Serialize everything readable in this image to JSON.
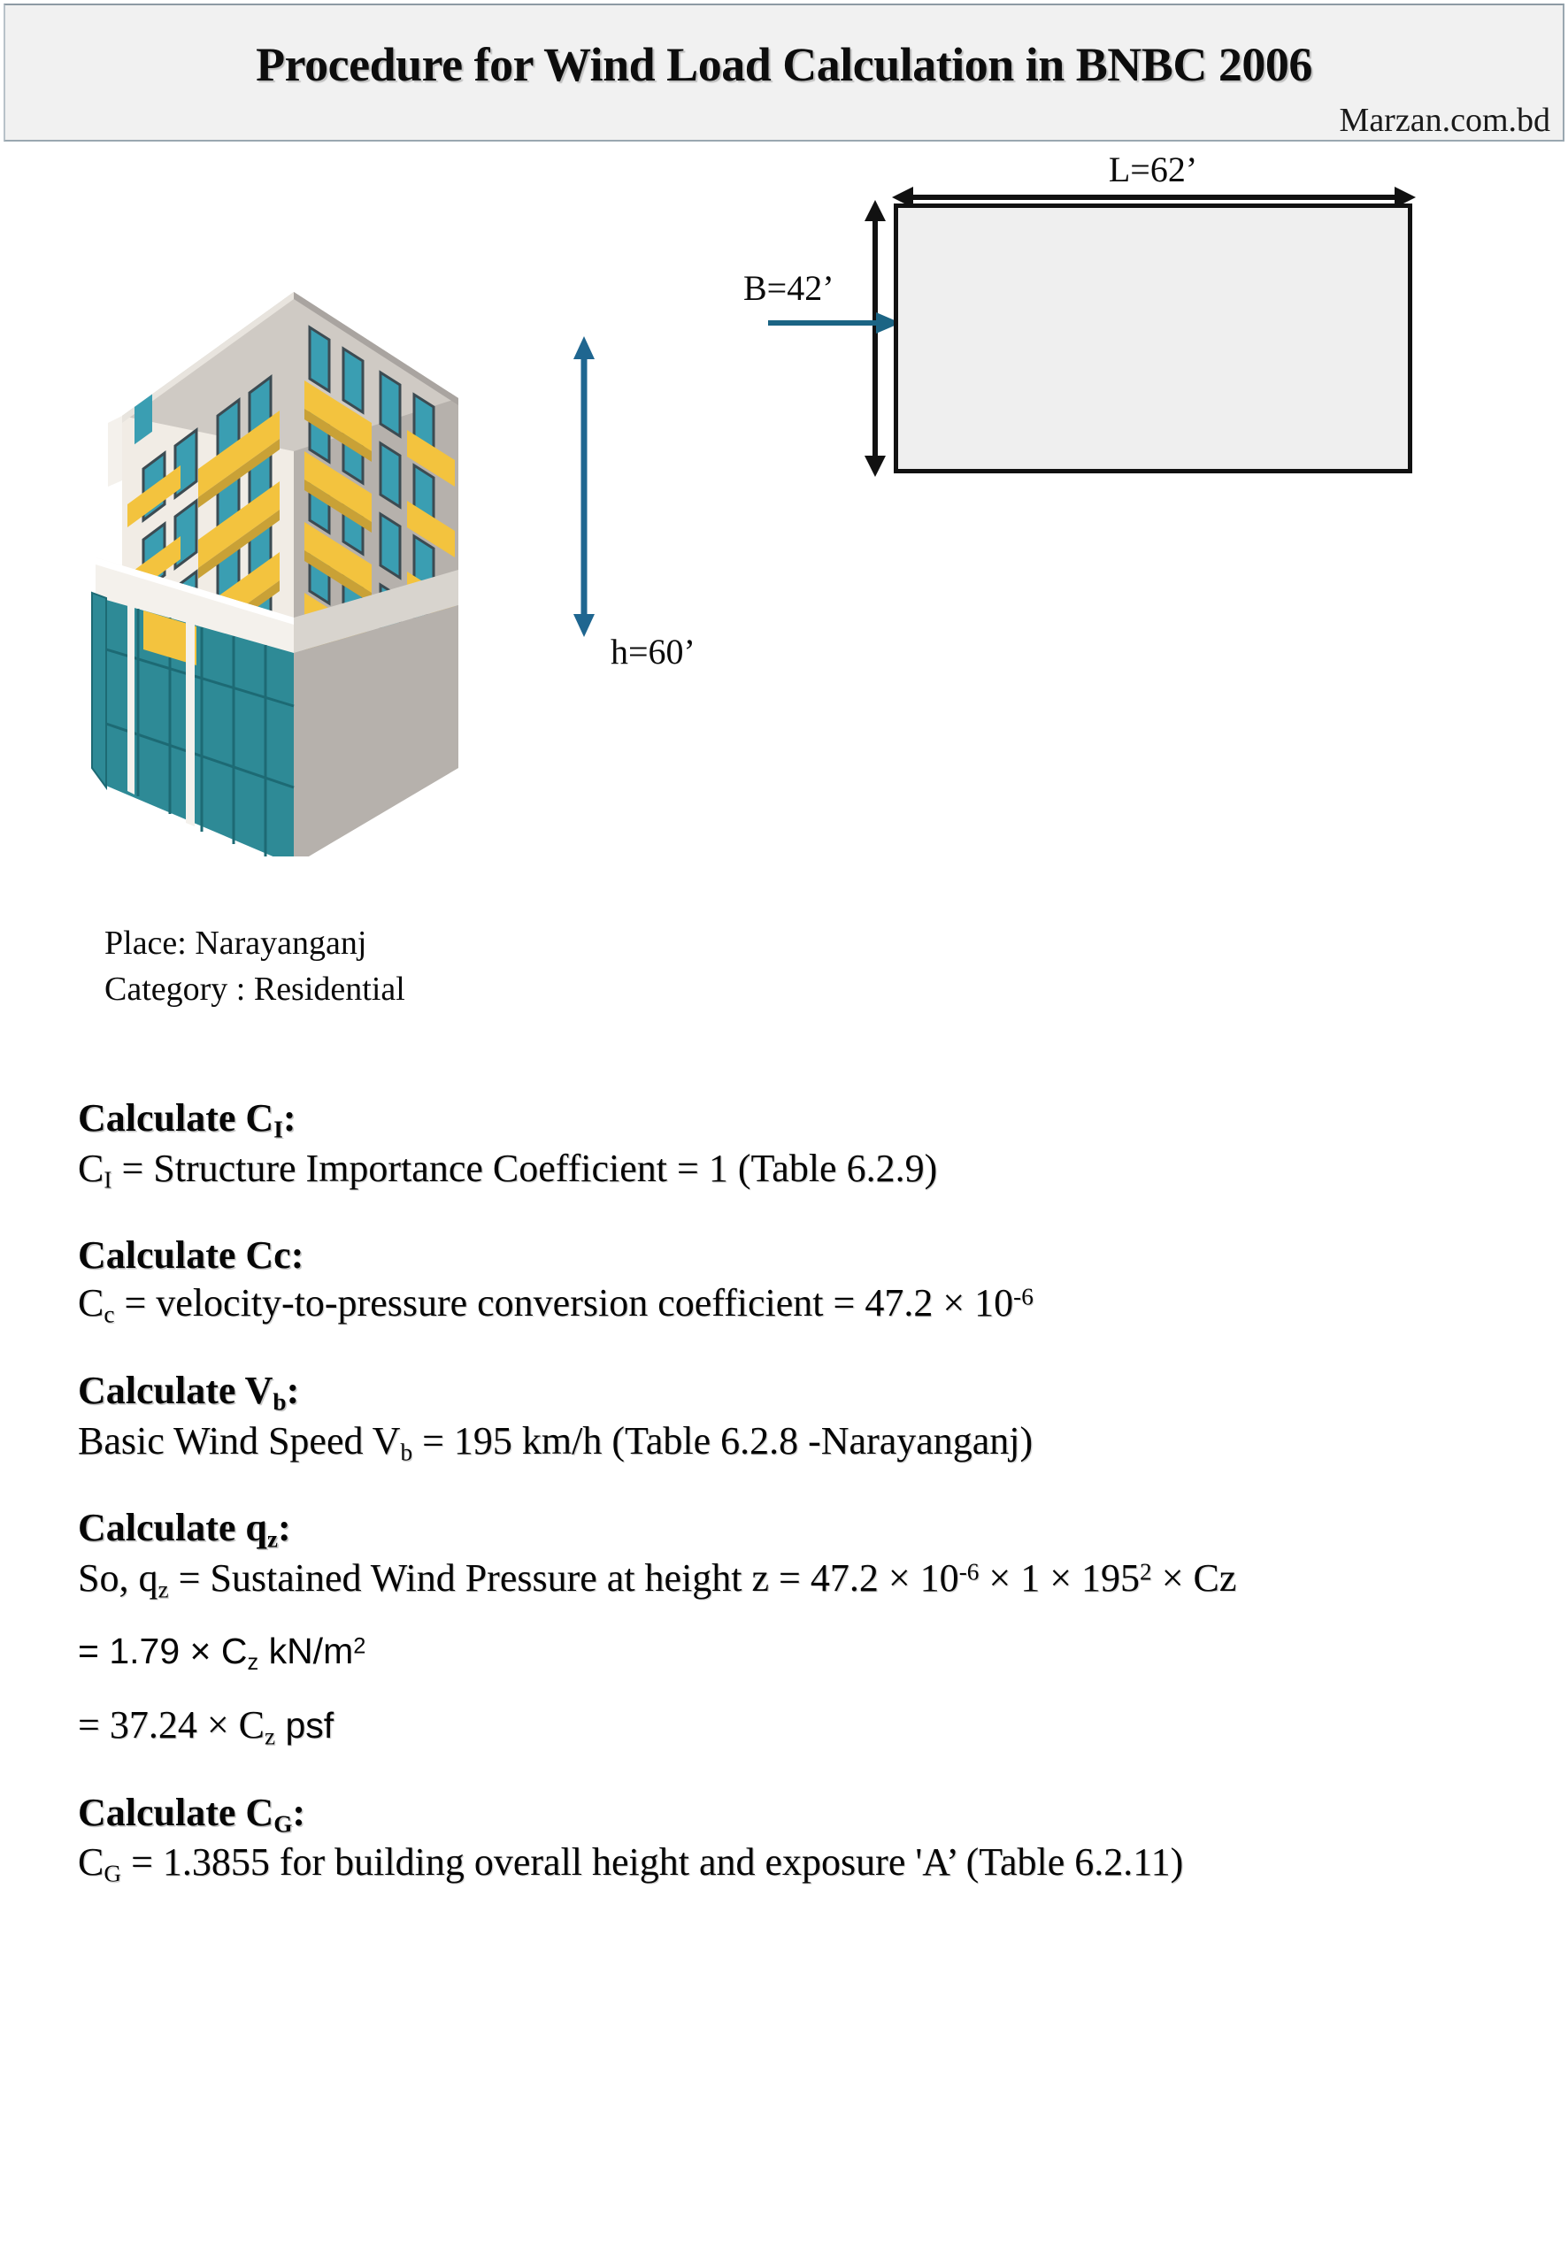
{
  "header": {
    "title": "Procedure for Wind Load Calculation in BNBC 2006",
    "watermark": "Marzan.com.bd"
  },
  "figure": {
    "building_icon": "isometric-apartment-building-illustration",
    "height_dim": {
      "label": "h=60’",
      "arrow": "vertical-double-arrow",
      "color": "#1f6690"
    },
    "plan": {
      "length_dim": {
        "label": "L=62’",
        "arrow": "horizontal-double-arrow",
        "color": "#111111"
      },
      "breadth_dim": {
        "label": "B=42’",
        "arrow": "vertical-double-arrow",
        "color": "#111111"
      },
      "wind_arrow": {
        "icon": "wind-direction-arrow",
        "color": "#1b6484"
      },
      "fill_color": "#efefef",
      "border_color": "#111111"
    },
    "colors": {
      "building_left_face": "#f1ece5",
      "building_right_face": "#b6b1ac",
      "window_teal": "#3a9eb2",
      "balcony_yellow": "#f3c33e",
      "balcony_shadow": "#c9a136",
      "ground_floor_glass": "#2e8a96",
      "ground_floor_glass_dark": "#277b86"
    }
  },
  "meta": {
    "place_line": "Place: Narayanganj",
    "category_line": "Category : Residential"
  },
  "calculations": [
    {
      "heading_pre": "Calculate C",
      "heading_sub": "I",
      "heading_post": ":",
      "body_parts": [
        {
          "t": "C",
          "k": "plain"
        },
        {
          "t": "I",
          "k": "sub"
        },
        {
          "t": " = Structure Importance Coefficient = 1 (Table 6.2.9)",
          "k": "plain"
        }
      ]
    },
    {
      "heading_pre": "Calculate Cc",
      "heading_sub": "",
      "heading_post": ":",
      "body_parts": [
        {
          "t": "C",
          "k": "plain"
        },
        {
          "t": "c",
          "k": "sub"
        },
        {
          "t": " = velocity-to-pressure conversion coefficient = 47.2 × 10",
          "k": "plain"
        },
        {
          "t": "-6",
          "k": "sup"
        }
      ]
    },
    {
      "heading_pre": "Calculate V",
      "heading_sub": "b",
      "heading_post": ":",
      "body_parts": [
        {
          "t": "Basic Wind Speed V",
          "k": "plain"
        },
        {
          "t": "b",
          "k": "sub"
        },
        {
          "t": " = 195 km/h (Table 6.2.8 -Narayanganj)",
          "k": "plain"
        }
      ]
    },
    {
      "heading_pre": "Calculate q",
      "heading_sub": "z",
      "heading_post": ":",
      "body_parts": [
        {
          "t": "So, q",
          "k": "plain"
        },
        {
          "t": "z",
          "k": "sub"
        },
        {
          "t": " = Sustained Wind Pressure at height z = 47.2 × 10",
          "k": "plain"
        },
        {
          "t": "-6",
          "k": "sup"
        },
        {
          "t": " × 1 × 195",
          "k": "plain"
        },
        {
          "t": "2",
          "k": "sup"
        },
        {
          "t": " × Cz",
          "k": "plain"
        }
      ]
    },
    {
      "heading_pre": "Calculate C",
      "heading_sub": "G",
      "heading_post": ":",
      "body_parts": [
        {
          "t": "C",
          "k": "plain"
        },
        {
          "t": "G",
          "k": "sub"
        },
        {
          "t": " = 1.3855 for building overall height and exposure 'A’ (Table 6.2.11)",
          "k": "plain"
        }
      ]
    }
  ],
  "result_lines": [
    {
      "id": "qz-kn-line",
      "parts": [
        {
          "t": "= 1.79 × C",
          "k": "sans"
        },
        {
          "t": "z",
          "k": "sans-sub"
        },
        {
          "t": " kN/m",
          "k": "sans"
        },
        {
          "t": "2",
          "k": "sans-sup"
        }
      ]
    },
    {
      "id": "qz-psf-line",
      "parts": [
        {
          "t": "= 37.24 × C",
          "k": "plain"
        },
        {
          "t": "z",
          "k": "sub"
        },
        {
          "t": " psf",
          "k": "sans"
        }
      ]
    }
  ]
}
